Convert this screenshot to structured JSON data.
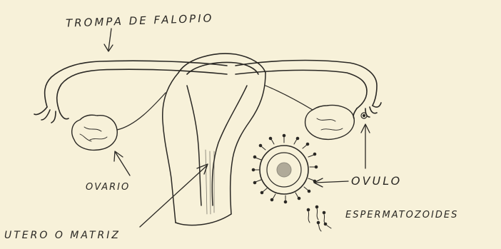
{
  "labels": {
    "fallopian_tube": "TROMPA DE FALOPIO",
    "ovary": "OVARIO",
    "uterus": "UTERO O MATRIZ",
    "ovum": "OVULO",
    "sperm": "ESPERMATOZOIDES"
  },
  "colors": {
    "paper": "#f7f1d9",
    "ink": "#2a2824"
  }
}
